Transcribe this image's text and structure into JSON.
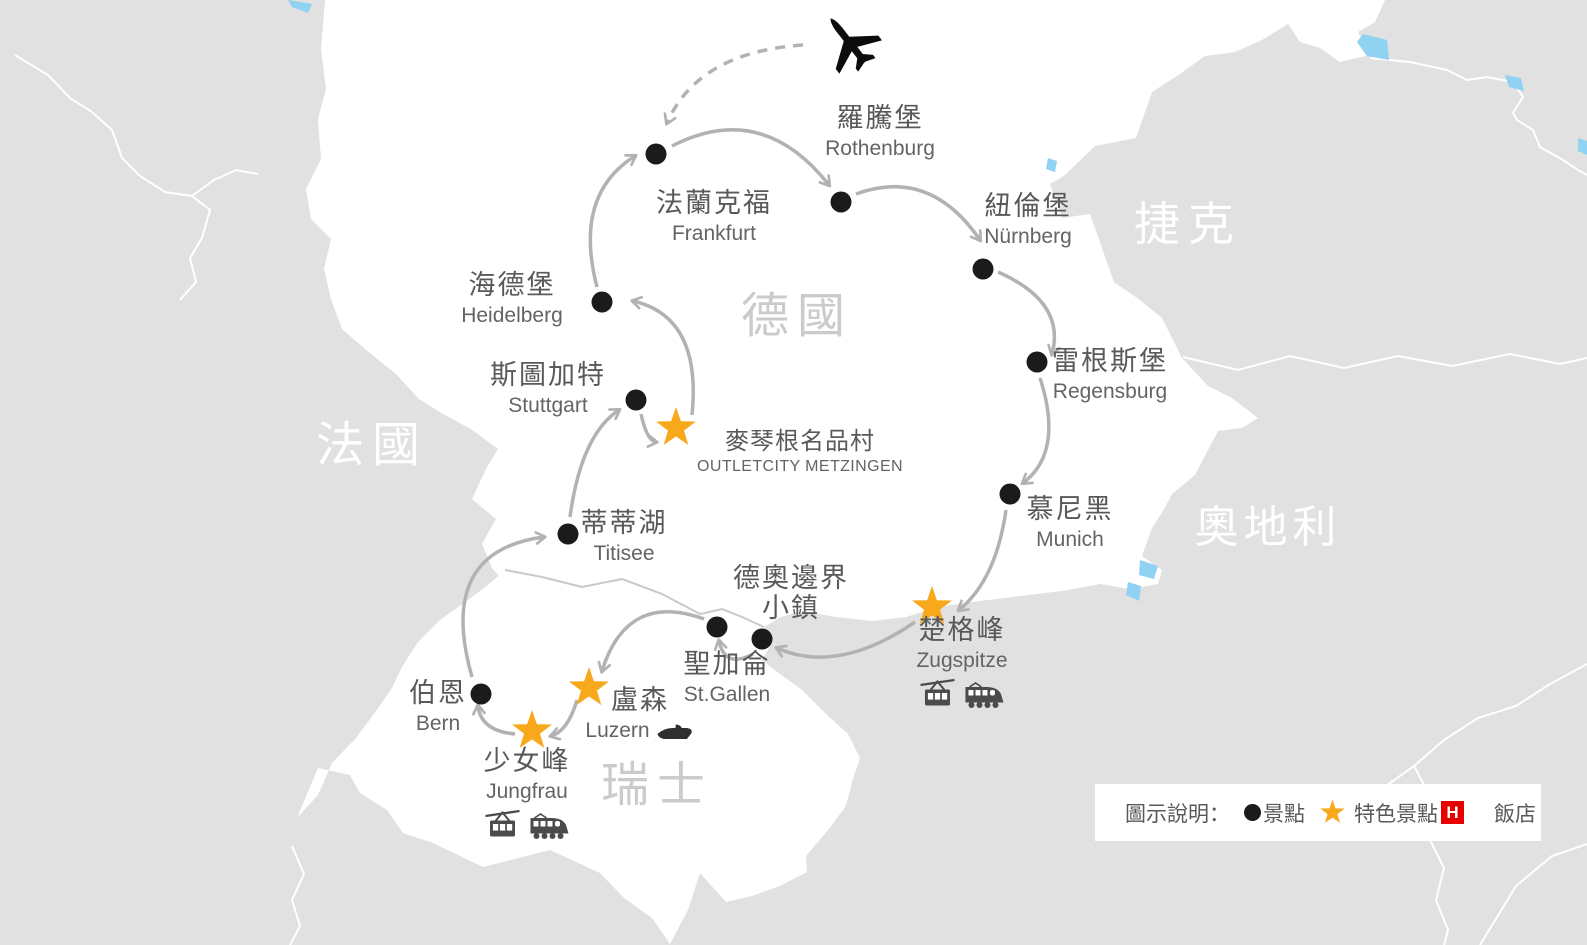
{
  "map": {
    "countries": [
      {
        "id": "germany",
        "label": "德國"
      },
      {
        "id": "france",
        "label": "法國"
      },
      {
        "id": "czech",
        "label": "捷克"
      },
      {
        "id": "austria",
        "label": "奧地利"
      },
      {
        "id": "switzerland",
        "label": "瑞士"
      }
    ],
    "stops": [
      {
        "id": "frankfurt",
        "zh": "法蘭克福",
        "en": "Frankfurt",
        "marker": "dot"
      },
      {
        "id": "rothenburg",
        "zh": "羅騰堡",
        "en": "Rothenburg",
        "marker": "dot"
      },
      {
        "id": "nurnberg",
        "zh": "紐倫堡",
        "en": "Nürnberg",
        "marker": "dot"
      },
      {
        "id": "regensburg",
        "zh": "雷根斯堡",
        "en": "Regensburg",
        "marker": "dot"
      },
      {
        "id": "munich",
        "zh": "慕尼黑",
        "en": "Munich",
        "marker": "dot"
      },
      {
        "id": "zugspitze",
        "zh": "楚格峰",
        "en": "Zugspitze",
        "marker": "star",
        "icons": [
          "cable-car",
          "train"
        ]
      },
      {
        "id": "border-town",
        "zh": "德奧邊界",
        "zh2": "小鎮",
        "marker": "dot"
      },
      {
        "id": "st-gallen",
        "zh": "聖加侖",
        "en": "St.Gallen",
        "marker": "dot"
      },
      {
        "id": "luzern",
        "zh": "盧森",
        "en": "Luzern",
        "marker": "star",
        "icons": [
          "boat"
        ]
      },
      {
        "id": "jungfrau",
        "zh": "少女峰",
        "en": "Jungfrau",
        "marker": "star",
        "icons": [
          "cable-car",
          "train"
        ]
      },
      {
        "id": "bern",
        "zh": "伯恩",
        "en": "Bern",
        "marker": "dot"
      },
      {
        "id": "titisee",
        "zh": "蒂蒂湖",
        "en": "Titisee",
        "marker": "dot"
      },
      {
        "id": "stuttgart",
        "zh": "斯圖加特",
        "en": "Stuttgart",
        "marker": "dot"
      },
      {
        "id": "metzingen",
        "zh": "麥琴根名品村",
        "en": "OUTLETCITY METZINGEN",
        "marker": "star"
      },
      {
        "id": "heidelberg",
        "zh": "海德堡",
        "en": "Heidelberg",
        "marker": "dot"
      }
    ],
    "route": {
      "flight_dashed_to": "frankfurt",
      "order": [
        "frankfurt",
        "rothenburg",
        "nurnberg",
        "regensburg",
        "munich",
        "zugspitze",
        "border-town",
        "st-gallen",
        "luzern",
        "jungfrau",
        "bern",
        "titisee",
        "stuttgart",
        "metzingen",
        "heidelberg",
        "frankfurt"
      ]
    }
  },
  "legend": {
    "title": "圖示說明：",
    "items": [
      {
        "type": "dot",
        "label": "景點"
      },
      {
        "type": "star",
        "label": "特色景點"
      },
      {
        "type": "hotel",
        "badge": "H",
        "label": "飯店"
      }
    ]
  },
  "colors": {
    "background": "#e1e1e1",
    "land": "#ffffff",
    "lake": "#8fd2f2",
    "route": "#b2b2b2",
    "dot": "#1b1b1b",
    "star": "#f7a81b",
    "hotel_badge": "#e60000",
    "city_text": "#58595b",
    "country_on_gray": "#ffffff",
    "country_on_white": "#cbcbcb"
  }
}
